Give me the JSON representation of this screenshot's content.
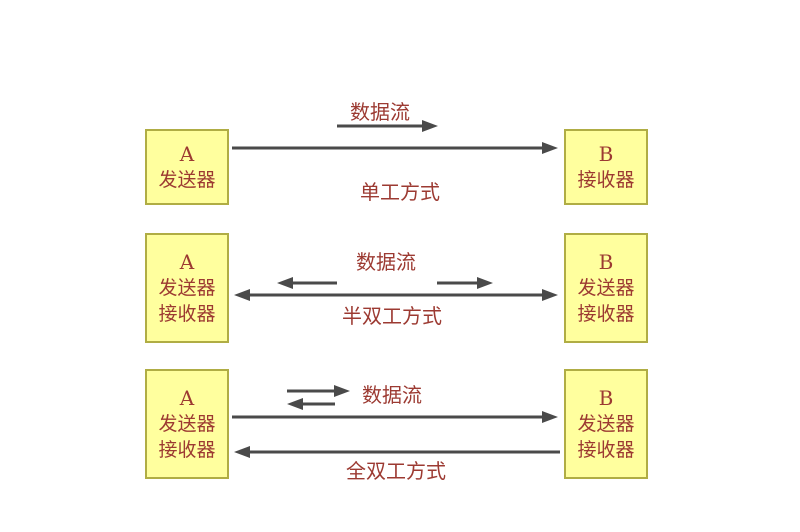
{
  "colors": {
    "box_fill": "#ffff9e",
    "box_border": "#b0ad44",
    "text_red": "#9c3a32",
    "arrow_gray": "#4a4a4a",
    "background": "#ffffff"
  },
  "sections": [
    {
      "id": "simplex",
      "left_box": {
        "title": "A",
        "lines": [
          "发送器"
        ]
      },
      "right_box": {
        "title": "B",
        "lines": [
          "接收器"
        ]
      },
      "flow_label": "数据流",
      "mode_label": "单工方式"
    },
    {
      "id": "half-duplex",
      "left_box": {
        "title": "A",
        "lines": [
          "发送器",
          "接收器"
        ]
      },
      "right_box": {
        "title": "B",
        "lines": [
          "发送器",
          "接收器"
        ]
      },
      "flow_label": "数据流",
      "mode_label": "半双工方式"
    },
    {
      "id": "full-duplex",
      "left_box": {
        "title": "A",
        "lines": [
          "发送器",
          "接收器"
        ]
      },
      "right_box": {
        "title": "B",
        "lines": [
          "发送器",
          "接收器"
        ]
      },
      "flow_label": "数据流",
      "mode_label": "全双工方式"
    }
  ]
}
